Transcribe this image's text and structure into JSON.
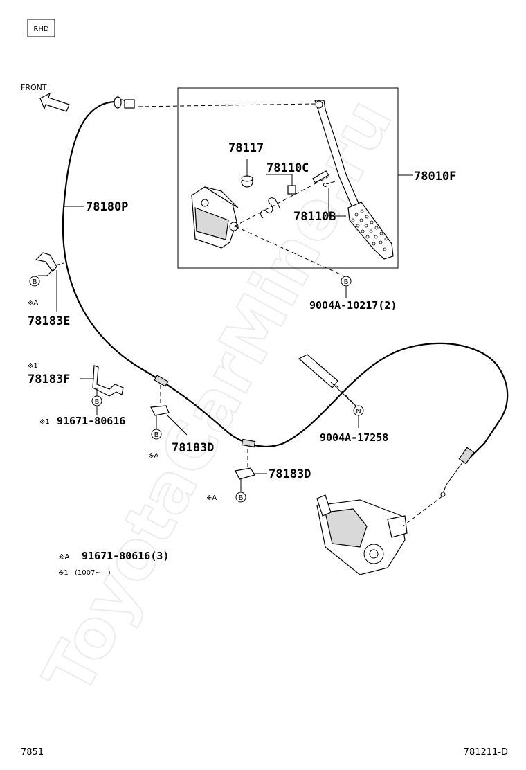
{
  "header": {
    "badge": "RHD",
    "front_label": "FRONT"
  },
  "watermark": "ToyotaCarMine.ru",
  "inset_parts": {
    "pedal_assy": "78010F",
    "stopper": "78117",
    "bushing": "78110C",
    "pin": "78110B"
  },
  "cable": {
    "accelerator_cable": "78180P"
  },
  "clamps": {
    "clamp_e": "78183E",
    "clamp_f": "78183F",
    "clamp_d_1": "78183D",
    "clamp_d_2": "78183D"
  },
  "bolts": {
    "bolt_b_pedal": "9004A-10217(2)",
    "bolt_n": "9004A-17258",
    "bolt_f": "91671-80616"
  },
  "callout_marks": {
    "b": "B",
    "n": "N",
    "note_a": "※A",
    "note_1": "※1"
  },
  "legend": {
    "note_a_mark": "※A",
    "note_a_text": "91671-80616(3)",
    "note_1_mark": "※1",
    "note_1_text": "(1007~　)"
  },
  "footer": {
    "page_number": "7851",
    "figure_code": "781211-D"
  }
}
